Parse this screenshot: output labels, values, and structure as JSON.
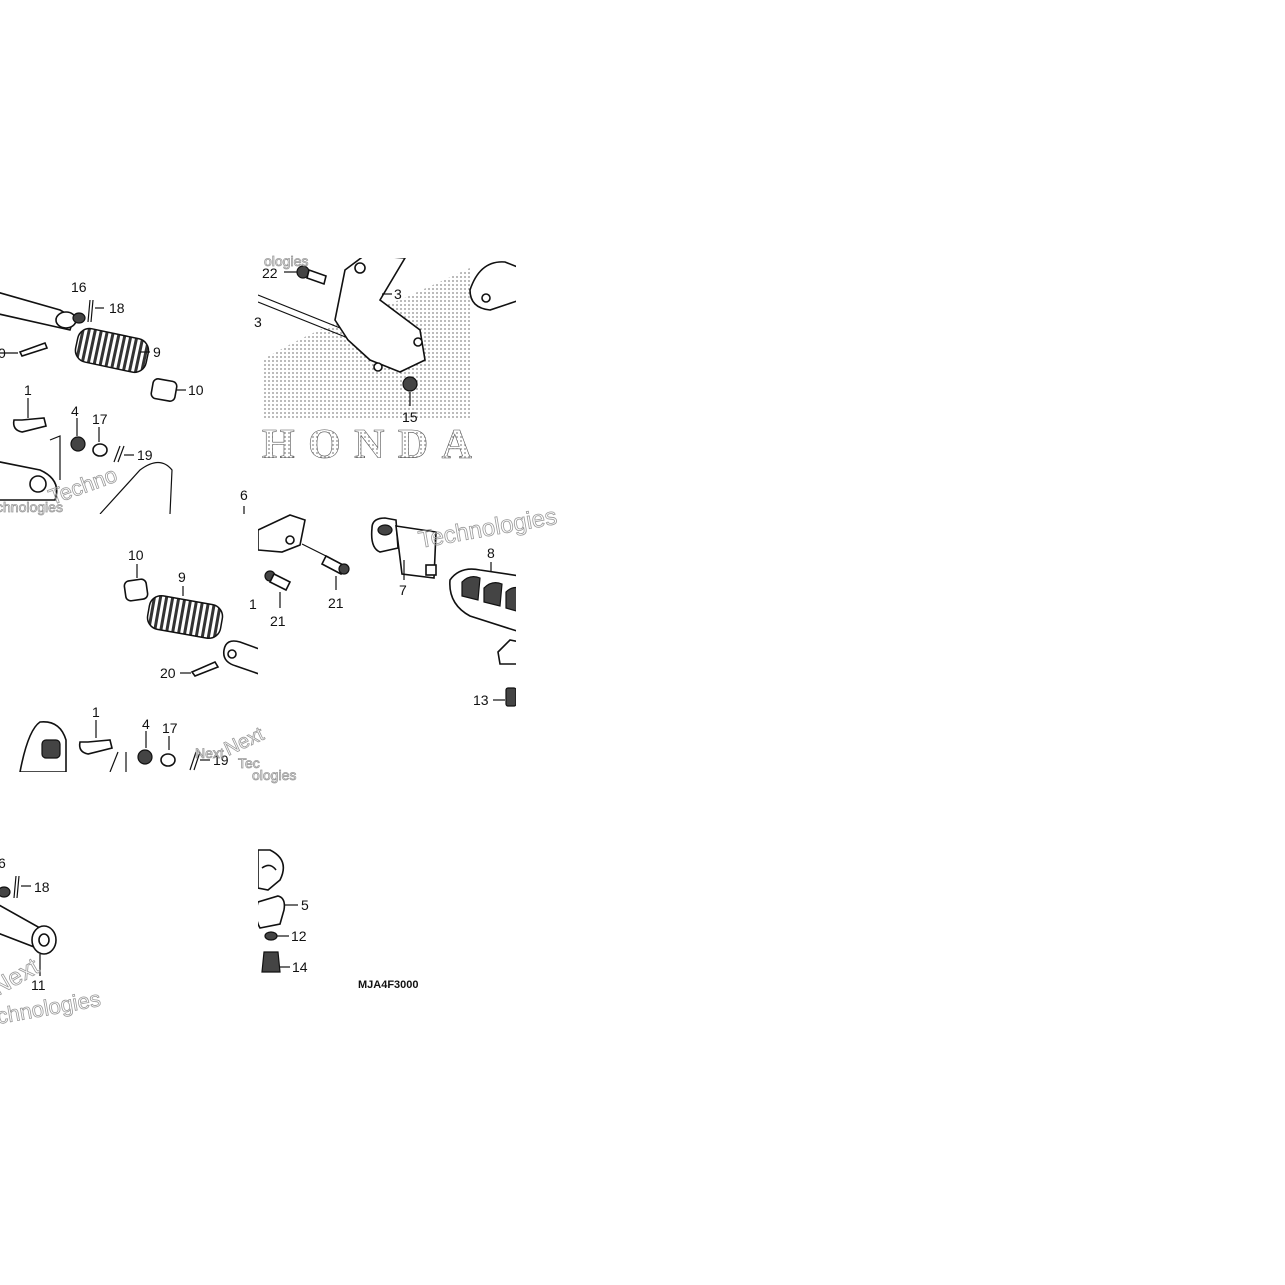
{
  "diagram": {
    "code": "MJA4F3000",
    "brand_mark": "HONDA",
    "watermark_lines": [
      "Technologies",
      "Next",
      "Techno",
      "chnologies",
      "Next",
      "Tec",
      "ologies",
      "ologies",
      "Next",
      "chnologies"
    ],
    "callouts": {
      "p1_16": "16",
      "p1_18": "18",
      "p1_20": "0",
      "p1_9": "9",
      "p1_10": "10",
      "p1_1": "1",
      "p1_4": "4",
      "p1_17": "17",
      "p1_19": "19",
      "p2_22": "22",
      "p2_3": "3",
      "p2_3b": "3",
      "p2_15": "15",
      "p3_6": "6",
      "p3_10": "10",
      "p3_9": "9",
      "p3_20": "20",
      "p3_1": "1",
      "p3_4": "4",
      "p3_17": "17",
      "p3_19": "19",
      "p3_1b": "1",
      "p4_8": "8",
      "p4_7": "7",
      "p4_21a": "21",
      "p4_21b": "21",
      "p4_13": "13",
      "p5_16": "6",
      "p5_18": "18",
      "p5_11": "11",
      "p6_5": "5",
      "p6_12": "12",
      "p6_14": "14"
    }
  }
}
